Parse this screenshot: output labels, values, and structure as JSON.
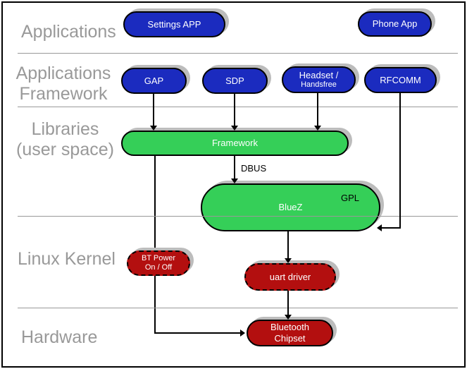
{
  "colors": {
    "app_pill": "#1b2bbf",
    "lib_pill": "#35cf58",
    "kernel_pill": "#b30f0f",
    "pill_text": "#ffffff",
    "layer_label": "#999999",
    "divider": "#999999",
    "shadow": "#bcbcbc",
    "line": "#000000"
  },
  "layers": {
    "applications": {
      "label": "Applications"
    },
    "applications_framework": {
      "line1": "Applications",
      "line2": "Framework"
    },
    "libraries": {
      "line1": "Libraries",
      "line2": "(user space)"
    },
    "linux_kernel": {
      "label": "Linux Kernel"
    },
    "hardware": {
      "label": "Hardware"
    }
  },
  "nodes": {
    "settings_app": {
      "label": "Settings APP"
    },
    "phone_app": {
      "label": "Phone App"
    },
    "gap": {
      "label": "GAP"
    },
    "sdp": {
      "label": "SDP"
    },
    "headset": {
      "line1": "Headset /",
      "line2": "Handsfree"
    },
    "rfcomm": {
      "label": "RFCOMM"
    },
    "framework": {
      "label": "Framework"
    },
    "bluez": {
      "label": "BlueZ",
      "badge": "GPL"
    },
    "bt_power": {
      "line1": "BT Power",
      "line2": "On / Off"
    },
    "uart_driver": {
      "label": "uart driver"
    },
    "bluetooth_chipset": {
      "line1": "Bluetooth",
      "line2": "Chipset"
    }
  },
  "edges": {
    "dbus_label": "DBUS",
    "connections": [
      {
        "from": "GAP",
        "to": "Framework"
      },
      {
        "from": "SDP",
        "to": "Framework"
      },
      {
        "from": "Headset / Handsfree",
        "to": "Framework"
      },
      {
        "from": "RFCOMM",
        "to": "BlueZ"
      },
      {
        "from": "Framework",
        "to": "BlueZ",
        "label": "DBUS"
      },
      {
        "from": "Framework",
        "to": "Bluetooth Chipset",
        "via": "BT Power On / Off"
      },
      {
        "from": "BlueZ",
        "to": "uart driver"
      },
      {
        "from": "uart driver",
        "to": "Bluetooth Chipset"
      }
    ]
  }
}
